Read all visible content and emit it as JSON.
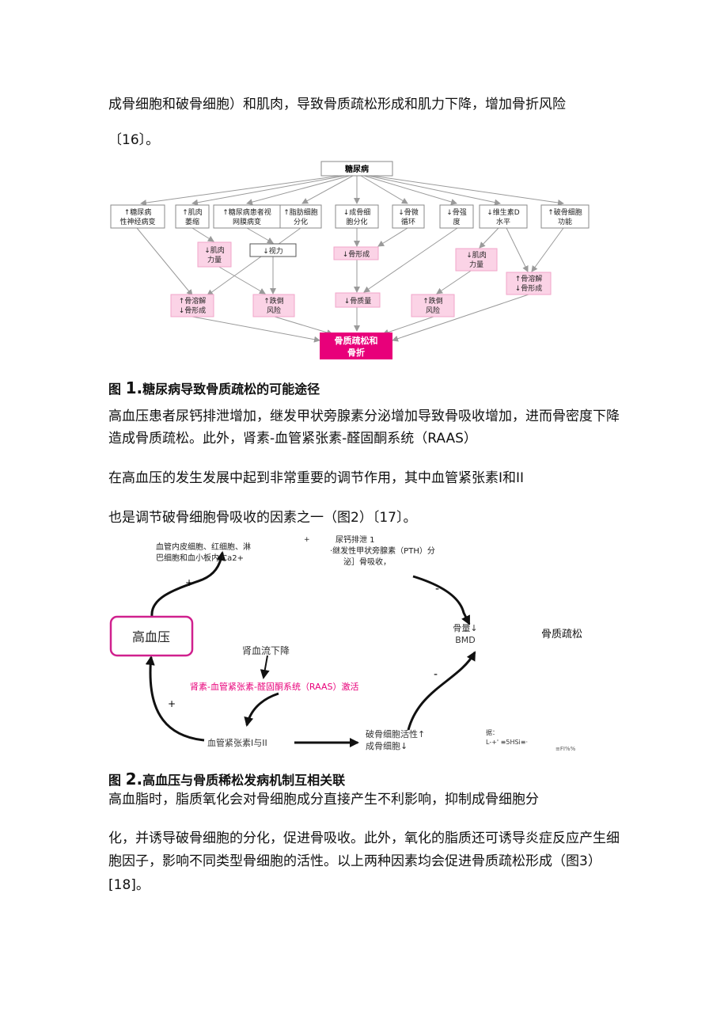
{
  "paragraphs": {
    "p1_line1": "成骨细胞和破骨细胞）和肌肉，导致骨质疏松形成和肌力下降，增加骨折风险",
    "p1_line2": "〔16〕。",
    "p2_line1": "高血压患者尿钙排泄增加，继发甲状旁腺素分泌增加导致骨吸收增加，进而骨密度下降",
    "p2_line2": "造成骨质疏松。此外，肾素-血管紧张素-醛固酮系统（RAAS）",
    "p3": "在高血压的发生发展中起到非常重要的调节作用，其中血管紧张素Ⅰ和ⅠⅠ",
    "p4": "也是调节破骨细胞骨吸收的因素之一（图2）〔17〕。",
    "p5": "高血脂时，脂质氧化会对骨细胞成分直接产生不利影响，抑制成骨细胞分",
    "p6_line1": "化，并诱导破骨细胞的分化，促进骨吸收。此外，氧化的脂质还可诱导炎症反应产生细",
    "p6_line2": "胞因子，影响不同类型骨细胞的活性。以上两种因素均会促进骨质疏松形成（图3）",
    "p6_line3": "[18]。"
  },
  "figure1": {
    "caption_prefix": "图",
    "caption_num": "1.",
    "caption_text": "糖尿病导致骨质疏松的可能途径",
    "root": "糖尿病",
    "row1": [
      [
        "↑糖尿病",
        "性神经病变"
      ],
      [
        "↑肌肉",
        "萎缩"
      ],
      [
        "↑糖尿病患者视",
        "网膜病变"
      ],
      [
        "↑脂肪细胞",
        "分化"
      ],
      [
        "↓成骨细",
        "胞分化"
      ],
      [
        "↓骨微",
        "循环"
      ],
      [
        "↓骨强",
        "度"
      ],
      [
        "↓维生素D",
        "水平"
      ],
      [
        "↑破骨细胞",
        "功能"
      ]
    ],
    "muscle_left": [
      "↓肌肉",
      "力量"
    ],
    "vision": "↓视力",
    "bone_formation": "↓骨形成",
    "muscle_right": [
      "↓肌肉",
      "力量"
    ],
    "resorb_right": [
      "↑骨溶解",
      "↓骨形成"
    ],
    "resorb_left": [
      "↑骨溶解",
      "↓骨形成"
    ],
    "fall_left": [
      "↑跌倒",
      "风险"
    ],
    "bone_mass": "↓骨质量",
    "fall_right": [
      "↑跌倒",
      "风险"
    ],
    "outcome": [
      "骨质疏松和",
      "骨折"
    ]
  },
  "figure2": {
    "caption_prefix": "图",
    "caption_num": "2.",
    "caption_text": "高血压与骨质稀松发病机制互相关联",
    "ca_text": [
      "血管内皮细胞、红细胞、淋",
      "巴细胞和血小板内 Ca2+"
    ],
    "pth_plus": "+",
    "pth_text": [
      "尿钙排泄 1",
      "·继发性甲状旁腺素（PTH）分",
      "泌］骨吸收，"
    ],
    "hypertension": "高血压",
    "bone": [
      "骨量↓",
      "BMD"
    ],
    "osteoporosis": "骨质疏松",
    "renal": "肾血流下降",
    "raas": "肾素-血管紧张素-醛固酮系统（RAAS）激活",
    "ang": "血管紧张素I与II",
    "osteo": [
      "破骨细胞活性↑",
      "成骨细胞↓"
    ],
    "source": [
      "据：",
      "L-+' ≡5HSi≡·"
    ],
    "source_extra": "≡FI%%",
    "plus": "+",
    "minus": "-"
  },
  "colors": {
    "pink": "#e8007a",
    "pink_fill": "#fbd3e6",
    "grey_box": "#8a8a8a"
  }
}
